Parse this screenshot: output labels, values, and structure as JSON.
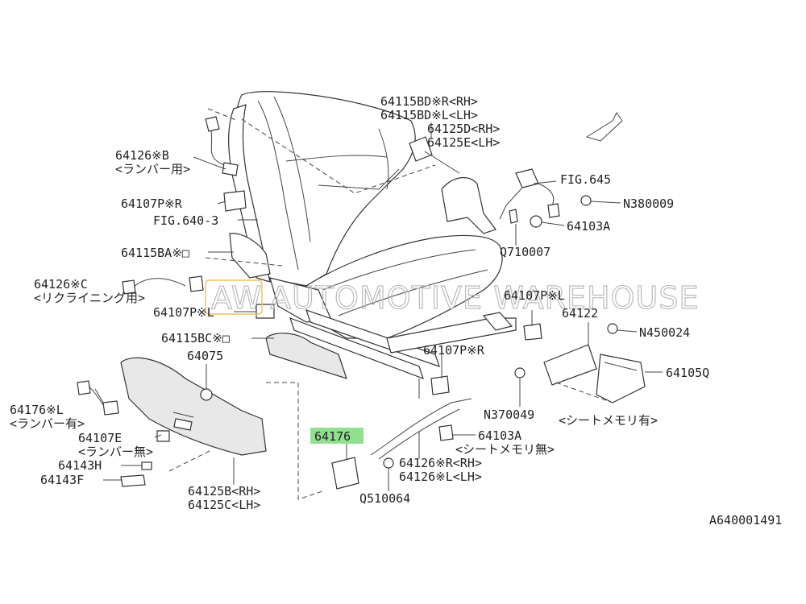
{
  "labels": {
    "l1a": "64115BD※R<RH>",
    "l1b": "64115BD※L<LH>",
    "l2a": "64125D<RH>",
    "l2b": "64125E<LH>",
    "l3": "FIG.645",
    "l4": "N380009",
    "l5": "64103A",
    "l6": "Q710007",
    "l7a": "64126※B",
    "l7b": "<ランバー用>",
    "l8": "64107P※R",
    "l9": "FIG.640-3",
    "l10": "64115BA※□",
    "l11a": "64126※C",
    "l11b": "<リクライニング用>",
    "l12": "64107P※L",
    "l13": "64115BC※□",
    "l14": "64075",
    "l15a": "64176※L",
    "l15b": "<ランバー有>",
    "l16a": "64107E",
    "l16b": "<ランバー無>",
    "l17": "64143H",
    "l18": "64143F",
    "l19a": "64125B<RH>",
    "l19b": "64125C<LH>",
    "l20": "64107P※L",
    "l21": "64122",
    "l22": "N450024",
    "l23": "64105Q",
    "l24": "N370049",
    "l25": "<シートメモリ有>",
    "l26": "64107P※R",
    "l27a": "64103A",
    "l27b": "<シートメモリ無>",
    "l28a": "64126※R<RH>",
    "l28b": "64126※L<LH>",
    "l29": "Q510064",
    "l30": "A640001491"
  },
  "highlight": {
    "label": "64176",
    "color": "#90e090"
  },
  "watermark": {
    "text_a": "AW",
    "text_b": "AUTOMOTIVE WAREHOUSE",
    "accent": "#f2c060"
  }
}
